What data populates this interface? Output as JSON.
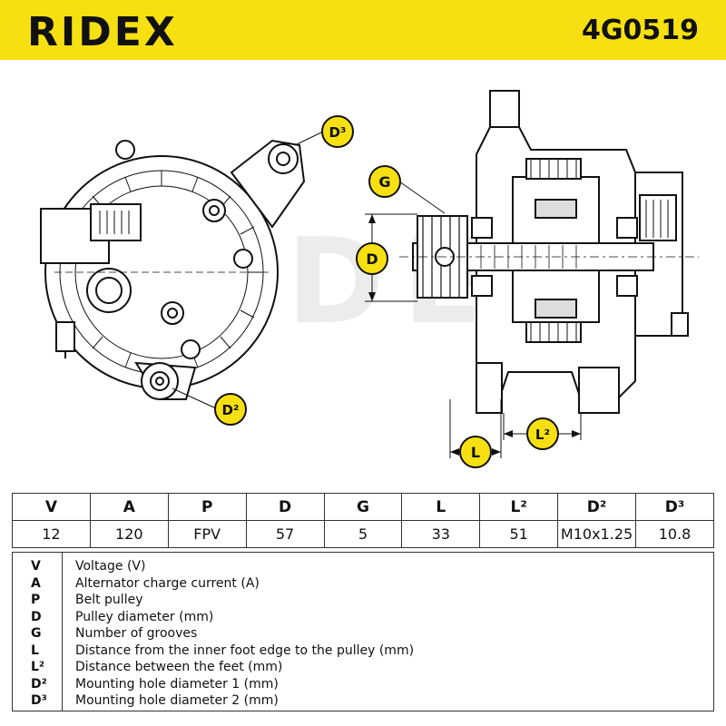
{
  "header": {
    "brand": "RIDEX",
    "part_number": "4G0519"
  },
  "diagram": {
    "watermark": "RIDEX",
    "badges": {
      "d3": "D³",
      "d2": "D²",
      "g": "G",
      "d": "D",
      "l": "L",
      "l2": "L²"
    }
  },
  "specs": {
    "headers": [
      "V",
      "A",
      "P",
      "D",
      "G",
      "L",
      "L²",
      "D²",
      "D³"
    ],
    "values": [
      "12",
      "120",
      "FPV",
      "57",
      "5",
      "33",
      "51",
      "M10x1.25",
      "10.8"
    ]
  },
  "legend": [
    {
      "symbol": "V",
      "description": "Voltage (V)"
    },
    {
      "symbol": "A",
      "description": "Alternator charge current (A)"
    },
    {
      "symbol": "P",
      "description": "Belt pulley"
    },
    {
      "symbol": "D",
      "description": "Pulley diameter (mm)"
    },
    {
      "symbol": "G",
      "description": "Number of grooves"
    },
    {
      "symbol": "L",
      "description": "Distance from the inner foot edge to the pulley (mm)"
    },
    {
      "symbol": "L²",
      "description": "Distance between the feet (mm)"
    },
    {
      "symbol": "D²",
      "description": "Mounting hole diameter 1 (mm)"
    },
    {
      "symbol": "D³",
      "description": "Mounting hole diameter 2 (mm)"
    }
  ],
  "colors": {
    "accent": "#f7e011",
    "ink": "#111111",
    "watermark": "#ececec"
  }
}
